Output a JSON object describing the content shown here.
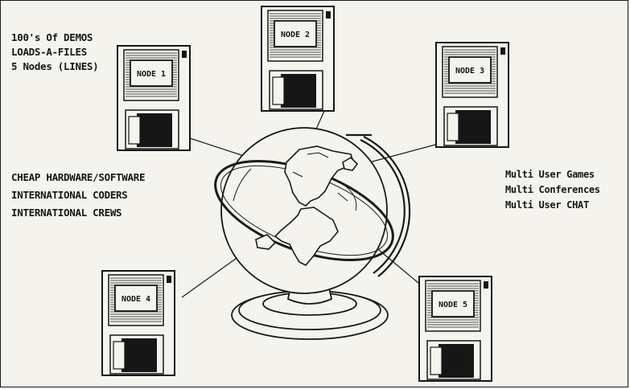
{
  "nodes": [
    {
      "label": "NODE 1"
    },
    {
      "label": "NODE 2"
    },
    {
      "label": "NODE 3"
    },
    {
      "label": "NODE 4"
    },
    {
      "label": "NODE 5"
    }
  ],
  "left_top_text": [
    "100's Of DEMOS",
    "LOADS-A-FILES",
    "5 Nodes (LINES)"
  ],
  "left_mid_text": [
    "CHEAP HARDWARE/SOFTWARE",
    "INTERNATIONAL CODERS",
    "INTERNATIONAL CREWS"
  ],
  "right_text": [
    "Multi User Games",
    "Multi Conferences",
    "Multi User CHAT"
  ],
  "colors": {
    "ink": "#161616",
    "paper": "#f4f3ee"
  }
}
